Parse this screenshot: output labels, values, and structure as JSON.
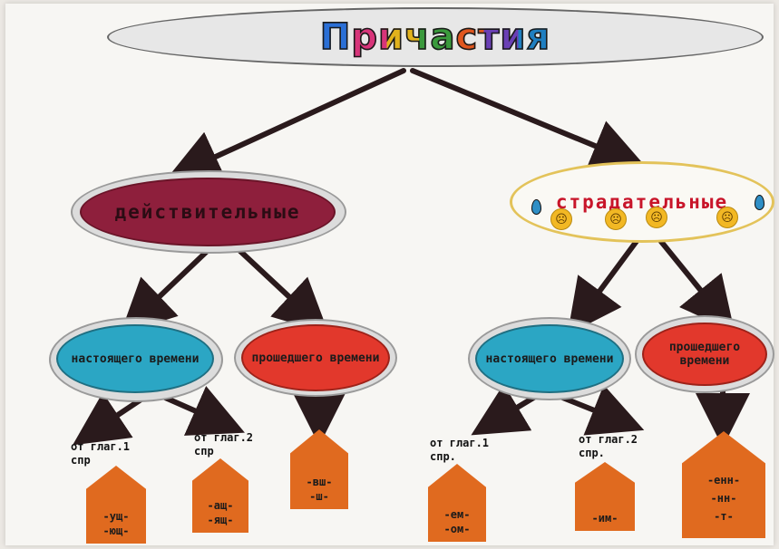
{
  "title": "Причастия",
  "active": {
    "label": "действительные",
    "present": {
      "label": "настоящего времени",
      "conj1_label": "от глаг.1 спр",
      "conj1_suffixes": [
        "-ущ-",
        "-ющ-"
      ],
      "conj2_label": "от глаг.2 спр",
      "conj2_suffixes": [
        "-ащ-",
        "-ящ-"
      ]
    },
    "past": {
      "label": "прошедшего времени",
      "suffixes": [
        "-вш-",
        "-ш-"
      ]
    }
  },
  "passive": {
    "label": "страдательные",
    "present": {
      "label": "настоящего времени",
      "conj1_label": "от глаг.1 спр.",
      "conj1_suffixes": [
        "-ем-",
        "-ом-"
      ],
      "conj2_label": "от глаг.2 спр.",
      "conj2_suffixes": [
        "-им-"
      ]
    },
    "past": {
      "label": "прошедшего времени",
      "suffixes": [
        "-енн-",
        "-нн-",
        "-т-"
      ]
    }
  },
  "colors": {
    "active": "#8e1f3c",
    "present": "#2ba6c4",
    "past": "#e2382c",
    "suffix_house": "#e06a1f",
    "arrows": "#2a1a1c"
  },
  "icons": [
    "sad-face-icon",
    "raindrop-icon"
  ]
}
